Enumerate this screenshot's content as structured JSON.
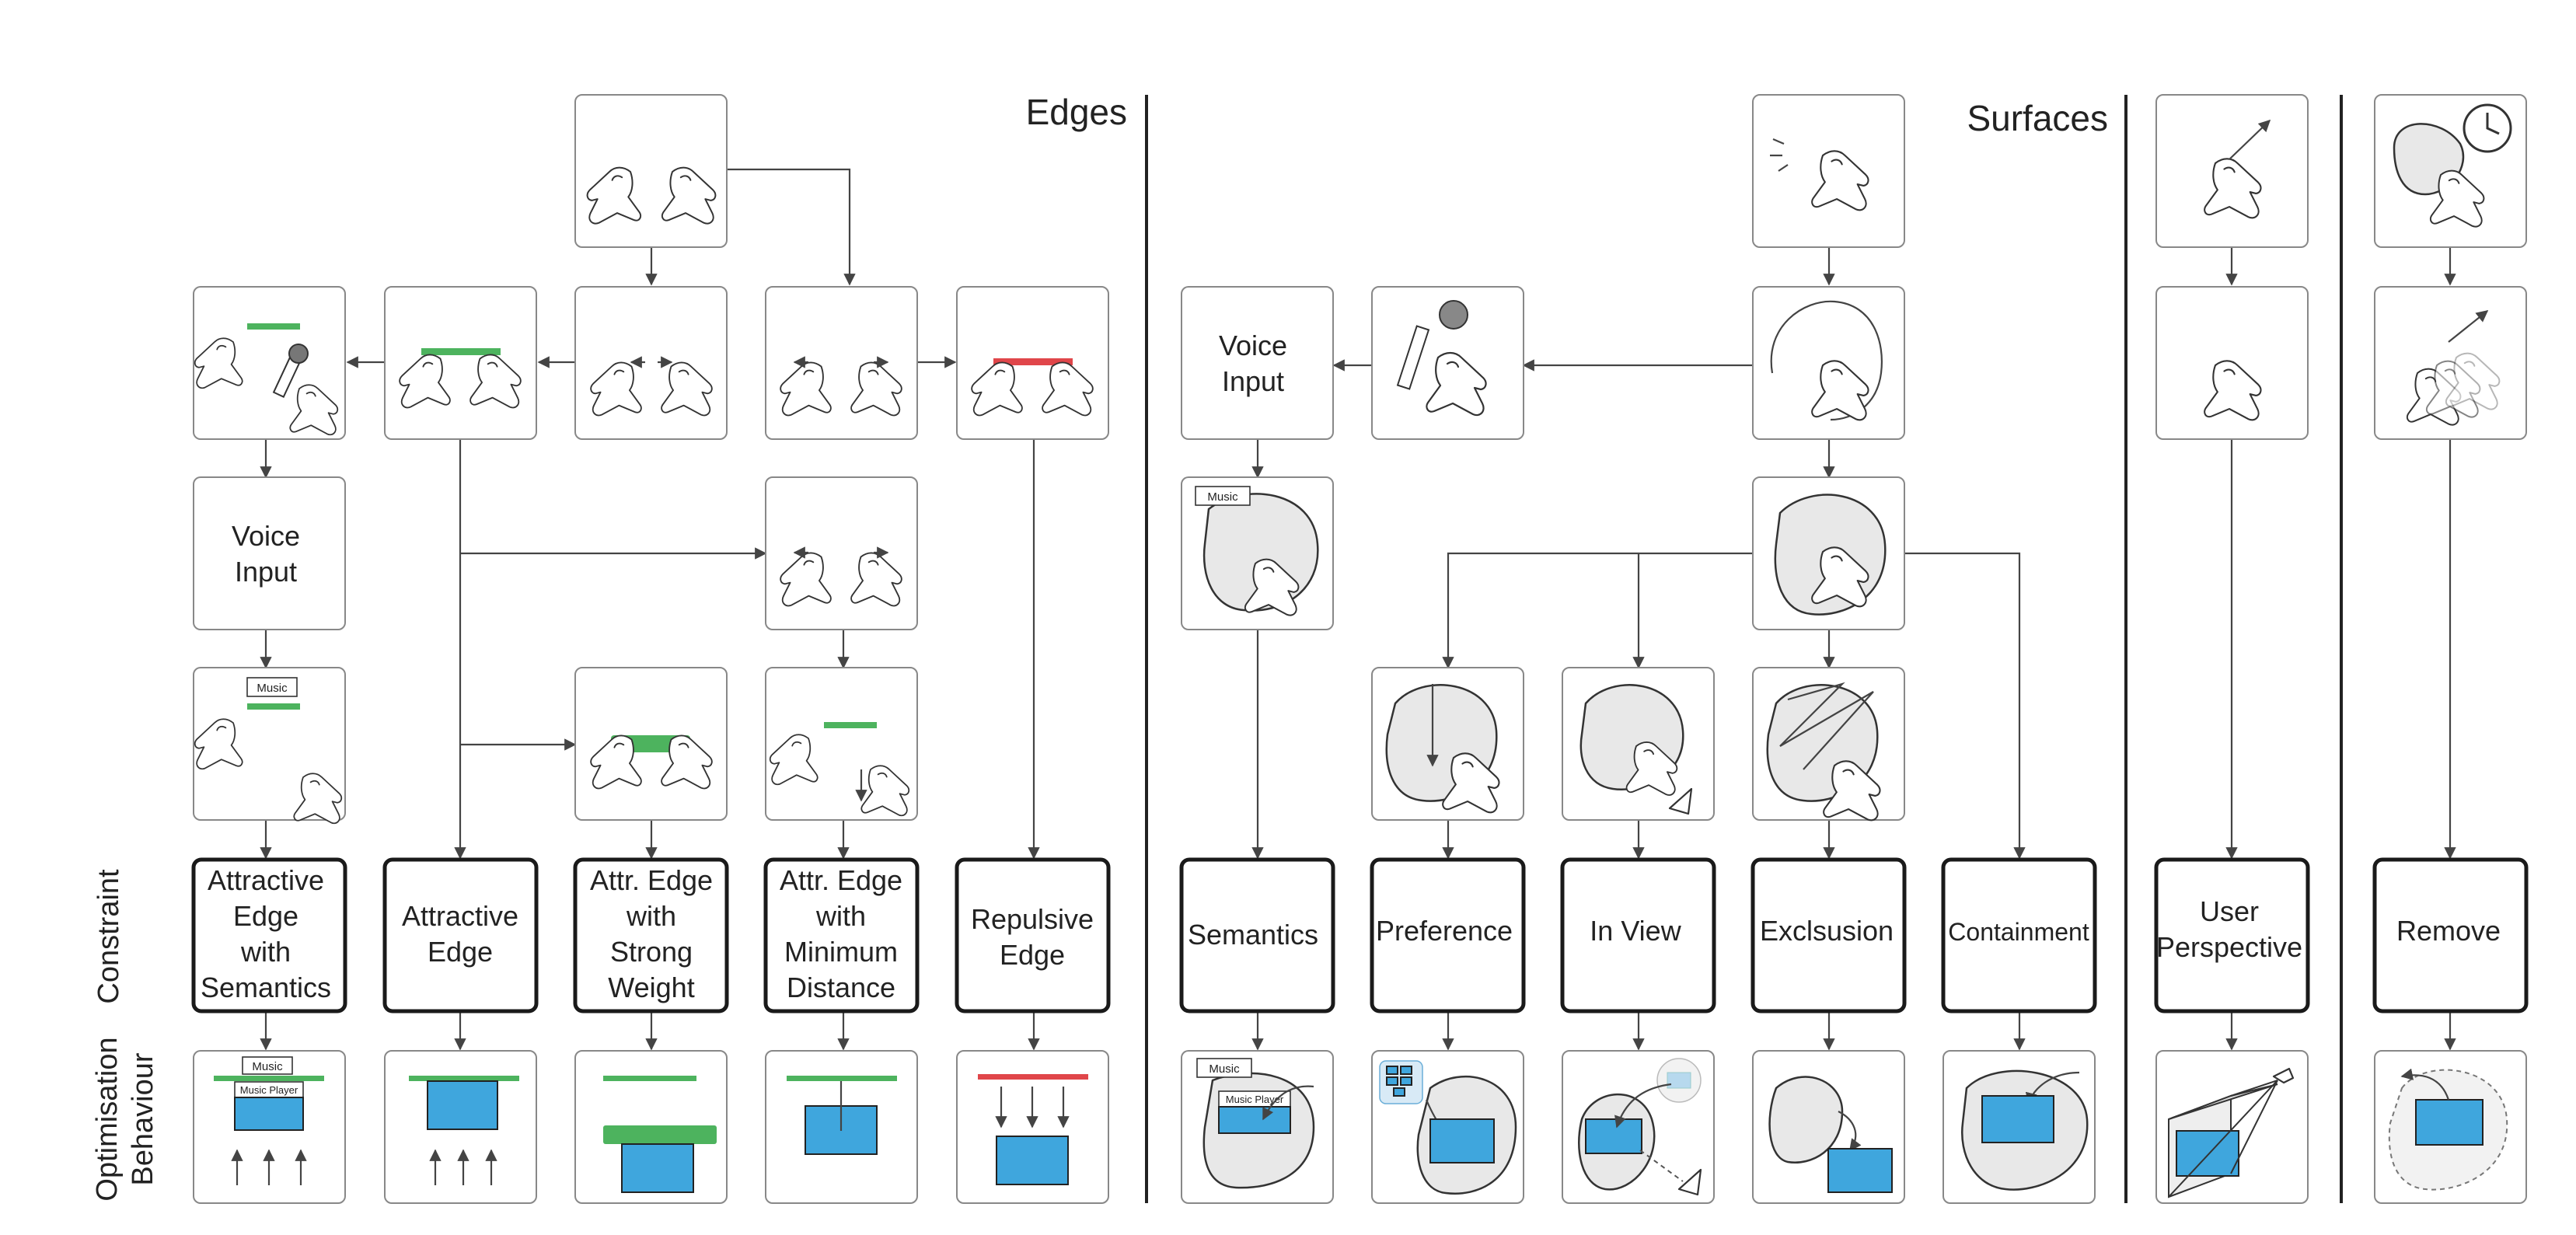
{
  "sections": {
    "edges": "Edges",
    "surfaces": "Surfaces"
  },
  "row_labels": {
    "constraint": "Constraint",
    "optimisation_line1": "Optimisation",
    "optimisation_line2": "Behaviour"
  },
  "text_boxes": {
    "voice_input_edges": [
      "Voice",
      "Input"
    ],
    "voice_input_surfaces": [
      "Voice",
      "Input"
    ]
  },
  "tags": {
    "music": "Music",
    "music_player": "Music Player"
  },
  "constraints": {
    "attractive_edge_semantics": [
      "Attractive",
      "Edge",
      "with",
      "Semantics"
    ],
    "attractive_edge": [
      "Attractive",
      "Edge"
    ],
    "strong_weight": [
      "Attr. Edge",
      "with",
      "Strong",
      "Weight"
    ],
    "minimum_distance": [
      "Attr. Edge",
      "with",
      "Minimum",
      "Distance"
    ],
    "repulsive_edge": [
      "Repulsive",
      "Edge"
    ],
    "semantics": [
      "Semantics"
    ],
    "preference": [
      "Preference"
    ],
    "in_view": [
      "In View"
    ],
    "exclusion": [
      "Exclsusion"
    ],
    "containment": [
      "Containment"
    ],
    "user_perspective": [
      "User",
      "Perspective"
    ],
    "remove": [
      "Remove"
    ]
  },
  "colors": {
    "edge_attractive": "#4db35e",
    "edge_repulsive": "#e0464a",
    "widget": "#3fa6dd",
    "surface": "#e8e8e8"
  }
}
